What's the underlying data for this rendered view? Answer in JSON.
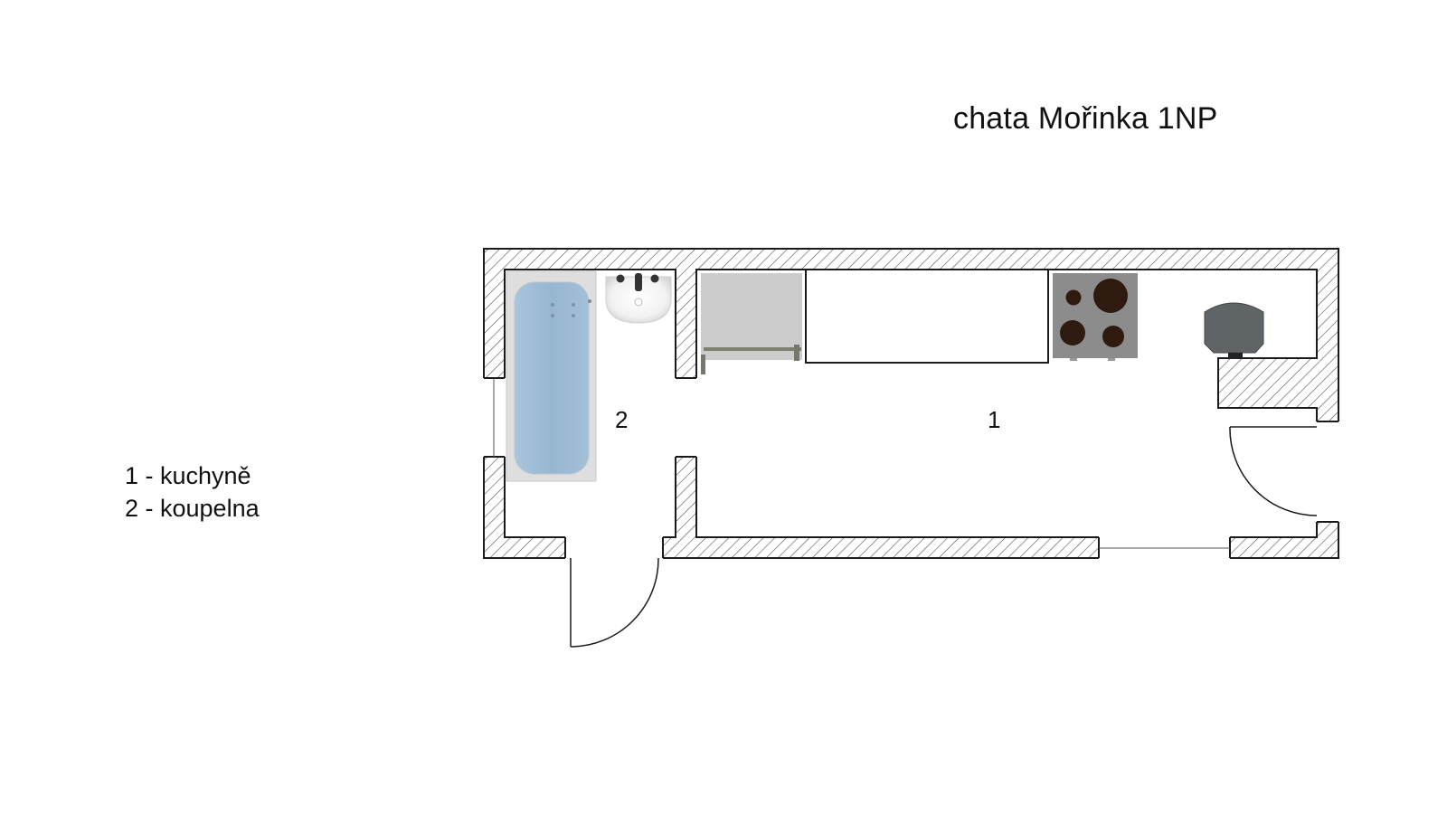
{
  "title": "chata Mořinka 1NP",
  "legend": {
    "items": [
      {
        "number": "1",
        "name": "kuchyně",
        "label": "1 - kuchyně"
      },
      {
        "number": "2",
        "name": "koupelna",
        "label": "2 - koupelna"
      }
    ]
  },
  "rooms": [
    {
      "id": "kitchen",
      "number": "1",
      "name": "kuchyně"
    },
    {
      "id": "bathroom",
      "number": "2",
      "name": "koupelna"
    }
  ],
  "fixtures": {
    "bathroom": [
      "bathtub-icon",
      "washbasin-icon"
    ],
    "kitchen": [
      "fridge-icon",
      "kitchen-counter",
      "stove-icon",
      "fireplace-stove-icon"
    ]
  },
  "colors": {
    "wall_line": "#1a1a1a",
    "hatch": "#444444",
    "bathtub_water": "#9fbdd6",
    "bathtub_rim": "#dcdcdc",
    "stove_plate": "#8c8c8c",
    "stove_burner": "#2e1a0f",
    "fridge": "#cccccc",
    "heater": "#5f6466"
  }
}
